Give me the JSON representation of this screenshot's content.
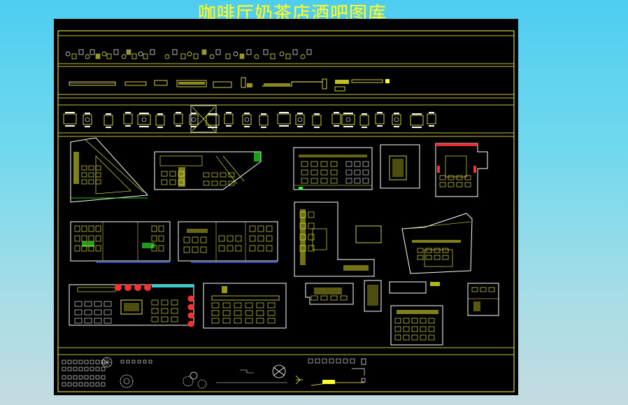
{
  "title": "咖啡厅奶茶店酒吧图库",
  "sections": [
    {
      "id": "furniture-row-1",
      "label": ""
    },
    {
      "id": "furniture-row-2",
      "label": ""
    },
    {
      "id": "furniture-row-3",
      "label": ""
    },
    {
      "id": "floor-plans",
      "label": ""
    },
    {
      "id": "symbols-row",
      "label": ""
    }
  ],
  "colors": {
    "sky_top": "#4ecdf0",
    "sky_bottom": "#c4dbe0",
    "board": "#000000",
    "frame": "#ffff55",
    "cad_yellow": "#ffff33",
    "cad_white": "#ffffff",
    "cad_red": "#ff3030",
    "cad_green": "#33ff33",
    "cad_cyan": "#33ffff",
    "cad_blue": "#4060ff",
    "cad_magenta": "#ff44ff"
  },
  "icons": [
    "table-set-icon",
    "chair-icon",
    "sofa-icon",
    "bar-counter-icon",
    "plant-icon",
    "door-swing-icon",
    "valve-symbol-icon",
    "light-fixture-icon"
  ]
}
